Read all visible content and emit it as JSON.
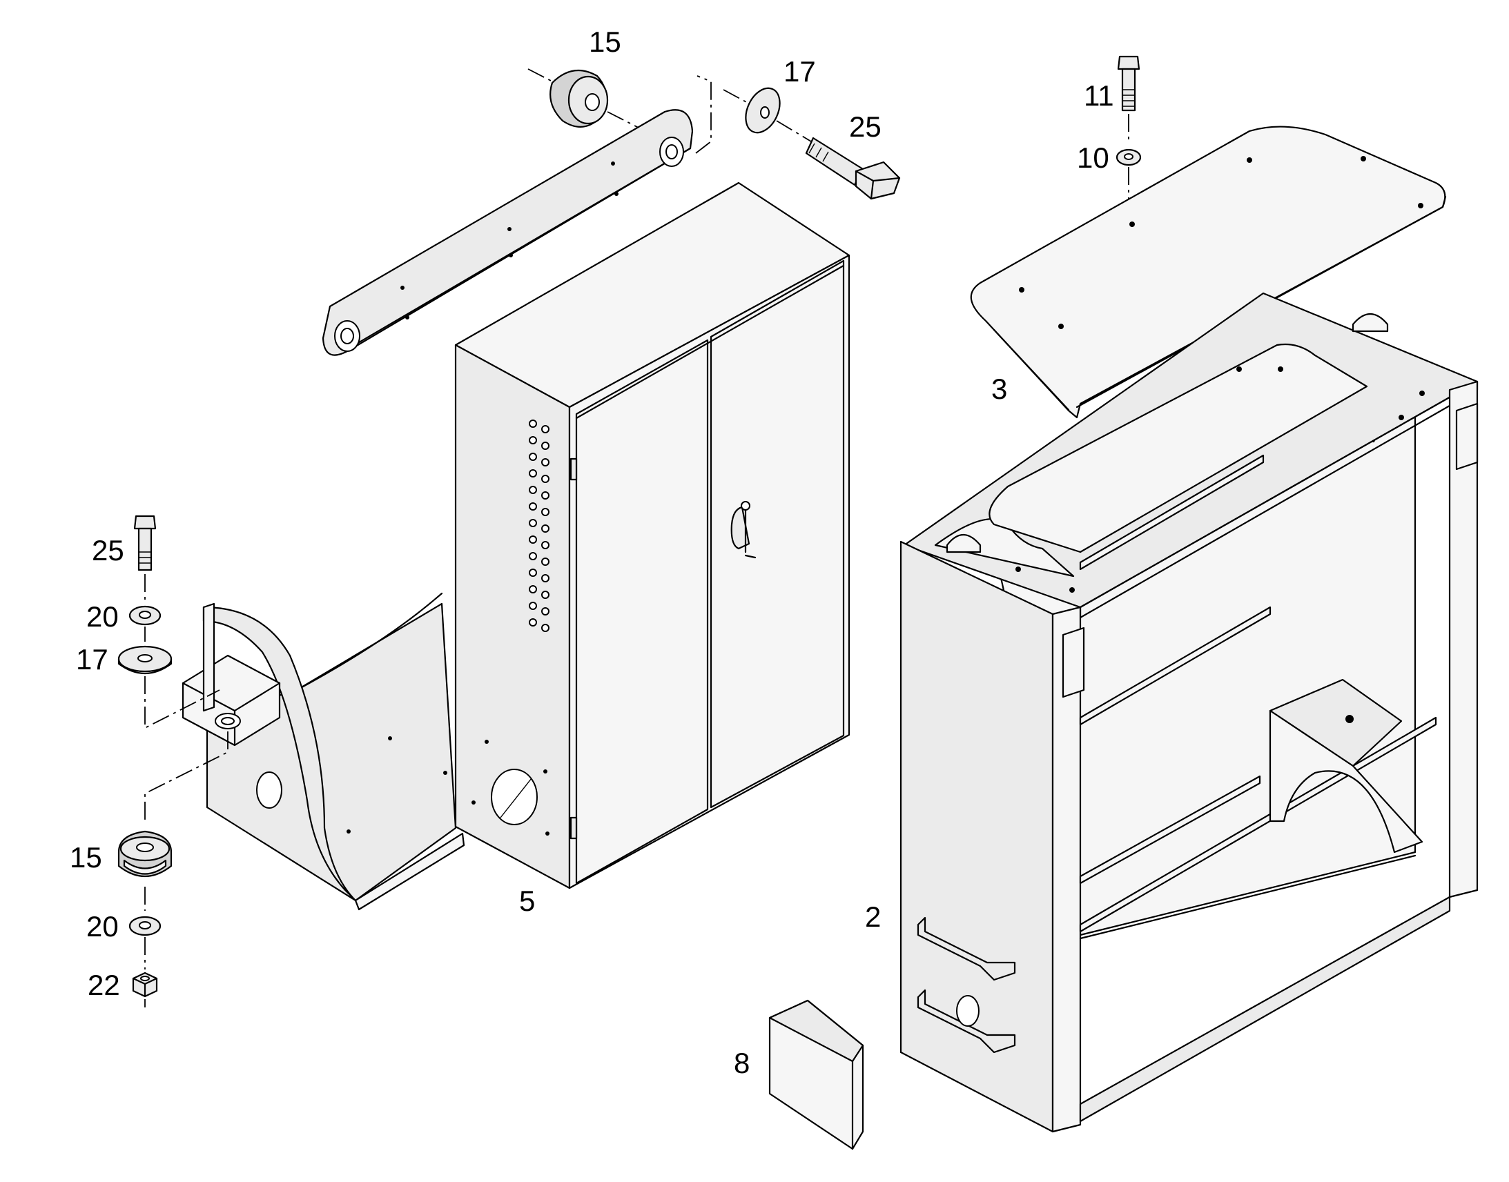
{
  "diagram": {
    "callouts": [
      {
        "id": "c15a",
        "text": "15"
      },
      {
        "id": "c17a",
        "text": "17"
      },
      {
        "id": "c25a",
        "text": "25"
      },
      {
        "id": "c11",
        "text": "11"
      },
      {
        "id": "c10",
        "text": "10"
      },
      {
        "id": "c3",
        "text": "3"
      },
      {
        "id": "c25b",
        "text": "25"
      },
      {
        "id": "c20a",
        "text": "20"
      },
      {
        "id": "c17b",
        "text": "17"
      },
      {
        "id": "c15b",
        "text": "15"
      },
      {
        "id": "c20b",
        "text": "20"
      },
      {
        "id": "c22",
        "text": "22"
      },
      {
        "id": "c5",
        "text": "5"
      },
      {
        "id": "c2",
        "text": "2"
      },
      {
        "id": "c8",
        "text": "8"
      }
    ]
  }
}
